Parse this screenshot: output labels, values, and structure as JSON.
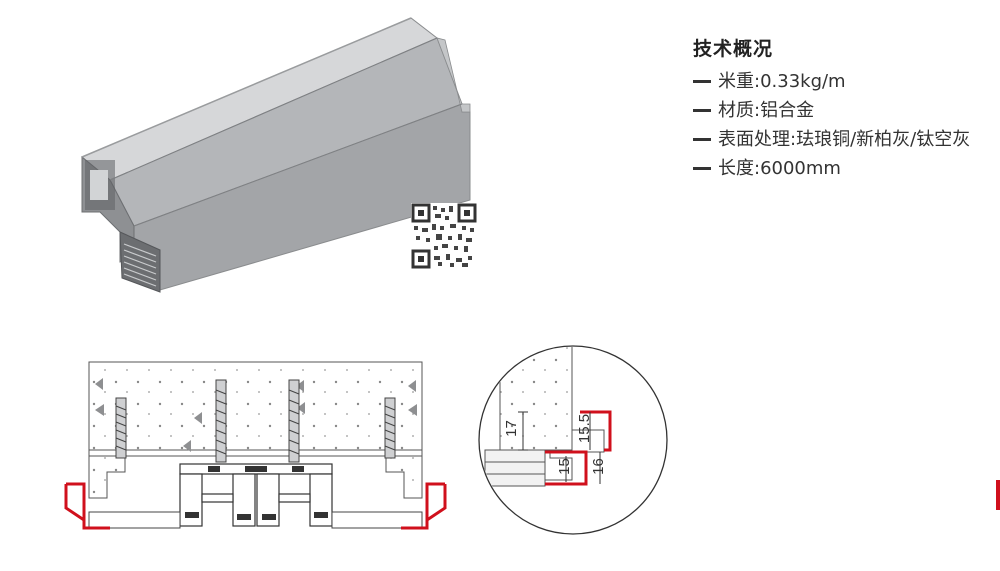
{
  "spec": {
    "title": "技术概况",
    "items": [
      "米重:0.33kg/m",
      "材质:铝合金",
      "表面处理:珐琅铜/新柏灰/钛空灰",
      "长度:6000mm"
    ]
  },
  "dimensions": {
    "d1": "17",
    "d2": "15.5",
    "d3": "15",
    "d4": "16"
  },
  "colors": {
    "profile_gray": "#a7a9ac",
    "accent_red": "#d0101c",
    "line": "#444444"
  }
}
